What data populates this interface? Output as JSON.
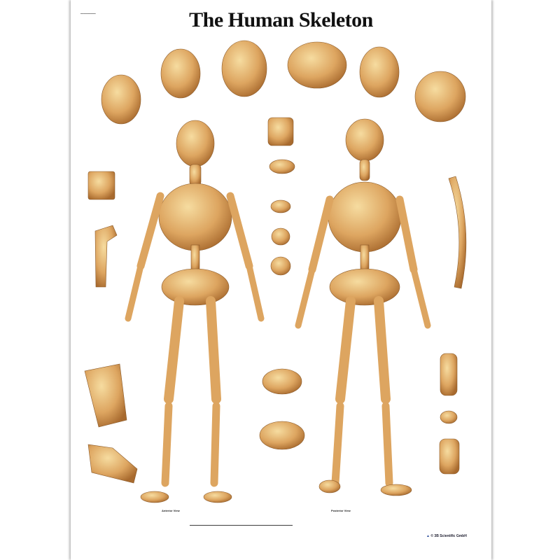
{
  "poster": {
    "title": "The Human Skeleton",
    "anterior_label": "Anterior View",
    "posterior_label": "Posterior View",
    "publisher": "© 3B Scientific GmbH",
    "colors": {
      "bone": "#dda560",
      "bone_dark": "#b9783a",
      "background": "#ffffff",
      "title": "#111111"
    }
  }
}
